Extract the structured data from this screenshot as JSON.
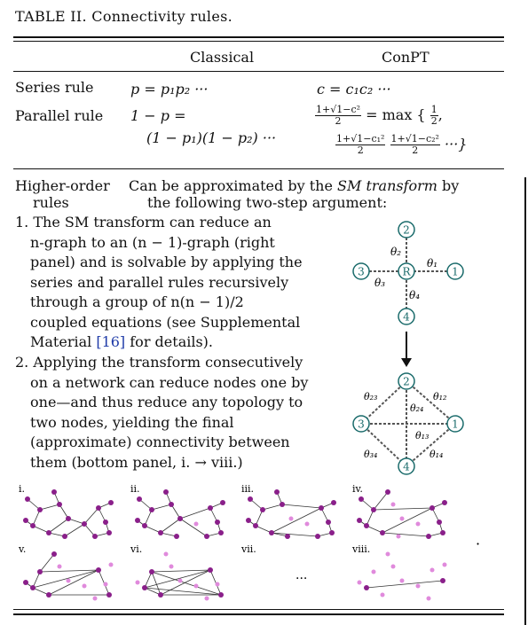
{
  "caption": "TABLE II.   Connectivity rules.",
  "headers": {
    "classical": "Classical",
    "conpt": "ConPT"
  },
  "rows": {
    "series": {
      "label": "Series rule",
      "classical": "p = p₁p₂ ···",
      "conpt": "c = c₁c₂ ···"
    },
    "parallel": {
      "label": "Parallel rule",
      "classical_l1": "1 − p =",
      "classical_l2": "(1 − p₁)(1 − p₂) ···",
      "conpt_frac_num": "1+√1−c²",
      "conpt_frac_den": "2",
      "conpt_eq": "= max {",
      "conpt_half_num": "1",
      "conpt_half_den": "2",
      "conpt_comma": ",",
      "conpt_frac1_num": "1+√1−c₁²",
      "conpt_frac1_den": "2",
      "conpt_frac2_num": "1+√1−c₂²",
      "conpt_frac2_den": "2",
      "conpt_tail": "···}"
    },
    "higher": {
      "label_l1": "Higher-order",
      "label_l2": "rules",
      "text_l1_a": "Can be approximated by the ",
      "text_l1_em": "SM transform",
      "text_l1_b": " by",
      "text_l2": "the following two-step argument:"
    }
  },
  "list": {
    "item1": [
      "1. The SM transform can reduce an",
      "n-graph to an (n − 1)-graph (right",
      "panel) and is solvable by applying the",
      "series and parallel rules recursively",
      "through a group of n(n − 1)/2",
      "coupled equations (see Supplemental"
    ],
    "item1_last_a": "Material ",
    "item1_last_cite": "[16]",
    "item1_last_b": " for details).",
    "item2": [
      "2. Applying the transform consecutively",
      "on a network can reduce nodes one by",
      "one—and thus reduce any topology to",
      "two nodes, yielding the final",
      "(approximate) connectivity between",
      "them (bottom panel, i. → viii.)"
    ]
  },
  "diagram_top": {
    "nodes": {
      "top": "2",
      "left": "3",
      "center": "R",
      "right": "1",
      "bottom": "4"
    },
    "edges": {
      "up": "θ₂",
      "right": "θ₁",
      "left": "θ₃",
      "down": "θ₄"
    }
  },
  "diagram_bottom": {
    "nodes": {
      "top": "2",
      "left": "3",
      "right": "1",
      "bottom": "4"
    },
    "edges": {
      "e23": "θ₂₃",
      "e12": "θ₁₂",
      "e24": "θ₂₄",
      "e13": "θ₁₃",
      "e34": "θ₃₄",
      "e14": "θ₁₄"
    }
  },
  "panels": {
    "labels": [
      "i.",
      "ii.",
      "iii.",
      "iv.",
      "v.",
      "vi.",
      "vii.",
      "viii."
    ],
    "ellipsis": "···",
    "dot": "·"
  },
  "colors": {
    "node_teal": "#1a6b6b",
    "graph_purple": "#8a1f8a",
    "graph_pink": "#e08adc",
    "cite_blue": "#1f3ba8"
  }
}
